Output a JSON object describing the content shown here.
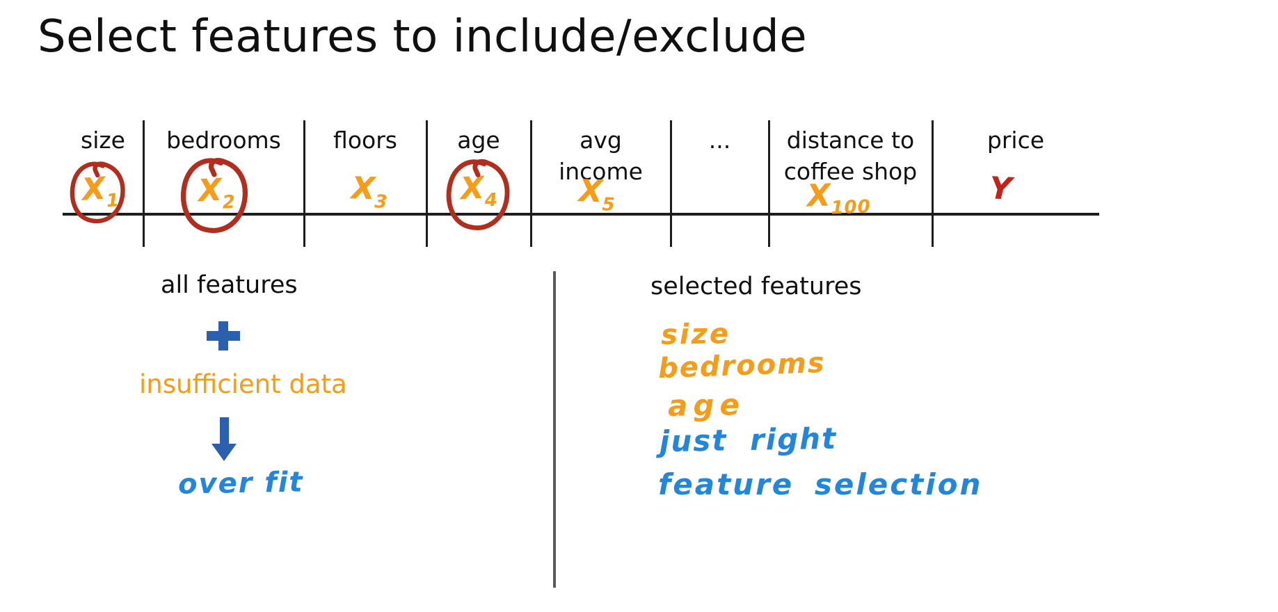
{
  "title": "Select features to include/exclude",
  "colors": {
    "ink_orange": "#F59C1A",
    "ink_dark_red": "#B02E1E",
    "ink_red": "#C2221A",
    "ink_deep_blue": "#2B60AE",
    "ink_light_blue": "#2386DB",
    "divider_gray": "#58595B",
    "text_black": "#101010"
  },
  "table": {
    "columns": [
      {
        "header": "size",
        "variable": "X",
        "subscript": "1",
        "circled": true,
        "ink": "orange"
      },
      {
        "header": "bedrooms",
        "variable": "X",
        "subscript": "2",
        "circled": true,
        "ink": "orange"
      },
      {
        "header": "floors",
        "variable": "X",
        "subscript": "3",
        "circled": false,
        "ink": "orange"
      },
      {
        "header": "age",
        "variable": "X",
        "subscript": "4",
        "circled": true,
        "ink": "orange"
      },
      {
        "header": "avg income",
        "variable": "X",
        "subscript": "5",
        "circled": false,
        "ink": "orange"
      },
      {
        "header": "...",
        "variable": "",
        "subscript": "",
        "circled": false,
        "ink": "none"
      },
      {
        "header": "distance to coffee shop",
        "variable": "X",
        "subscript": "100",
        "circled": false,
        "ink": "orange"
      },
      {
        "header": "price",
        "variable": "Y",
        "subscript": "",
        "circled": false,
        "ink": "red"
      }
    ]
  },
  "left_panel": {
    "heading": "all features",
    "plus_icon": "plus-icon",
    "note": "insufficient data",
    "arrow_icon": "down-arrow-icon",
    "result": "over fit"
  },
  "right_panel": {
    "heading": "selected features",
    "selected": [
      "size",
      "bedrooms",
      "age"
    ],
    "verdict": "just right",
    "method": "feature selection"
  }
}
